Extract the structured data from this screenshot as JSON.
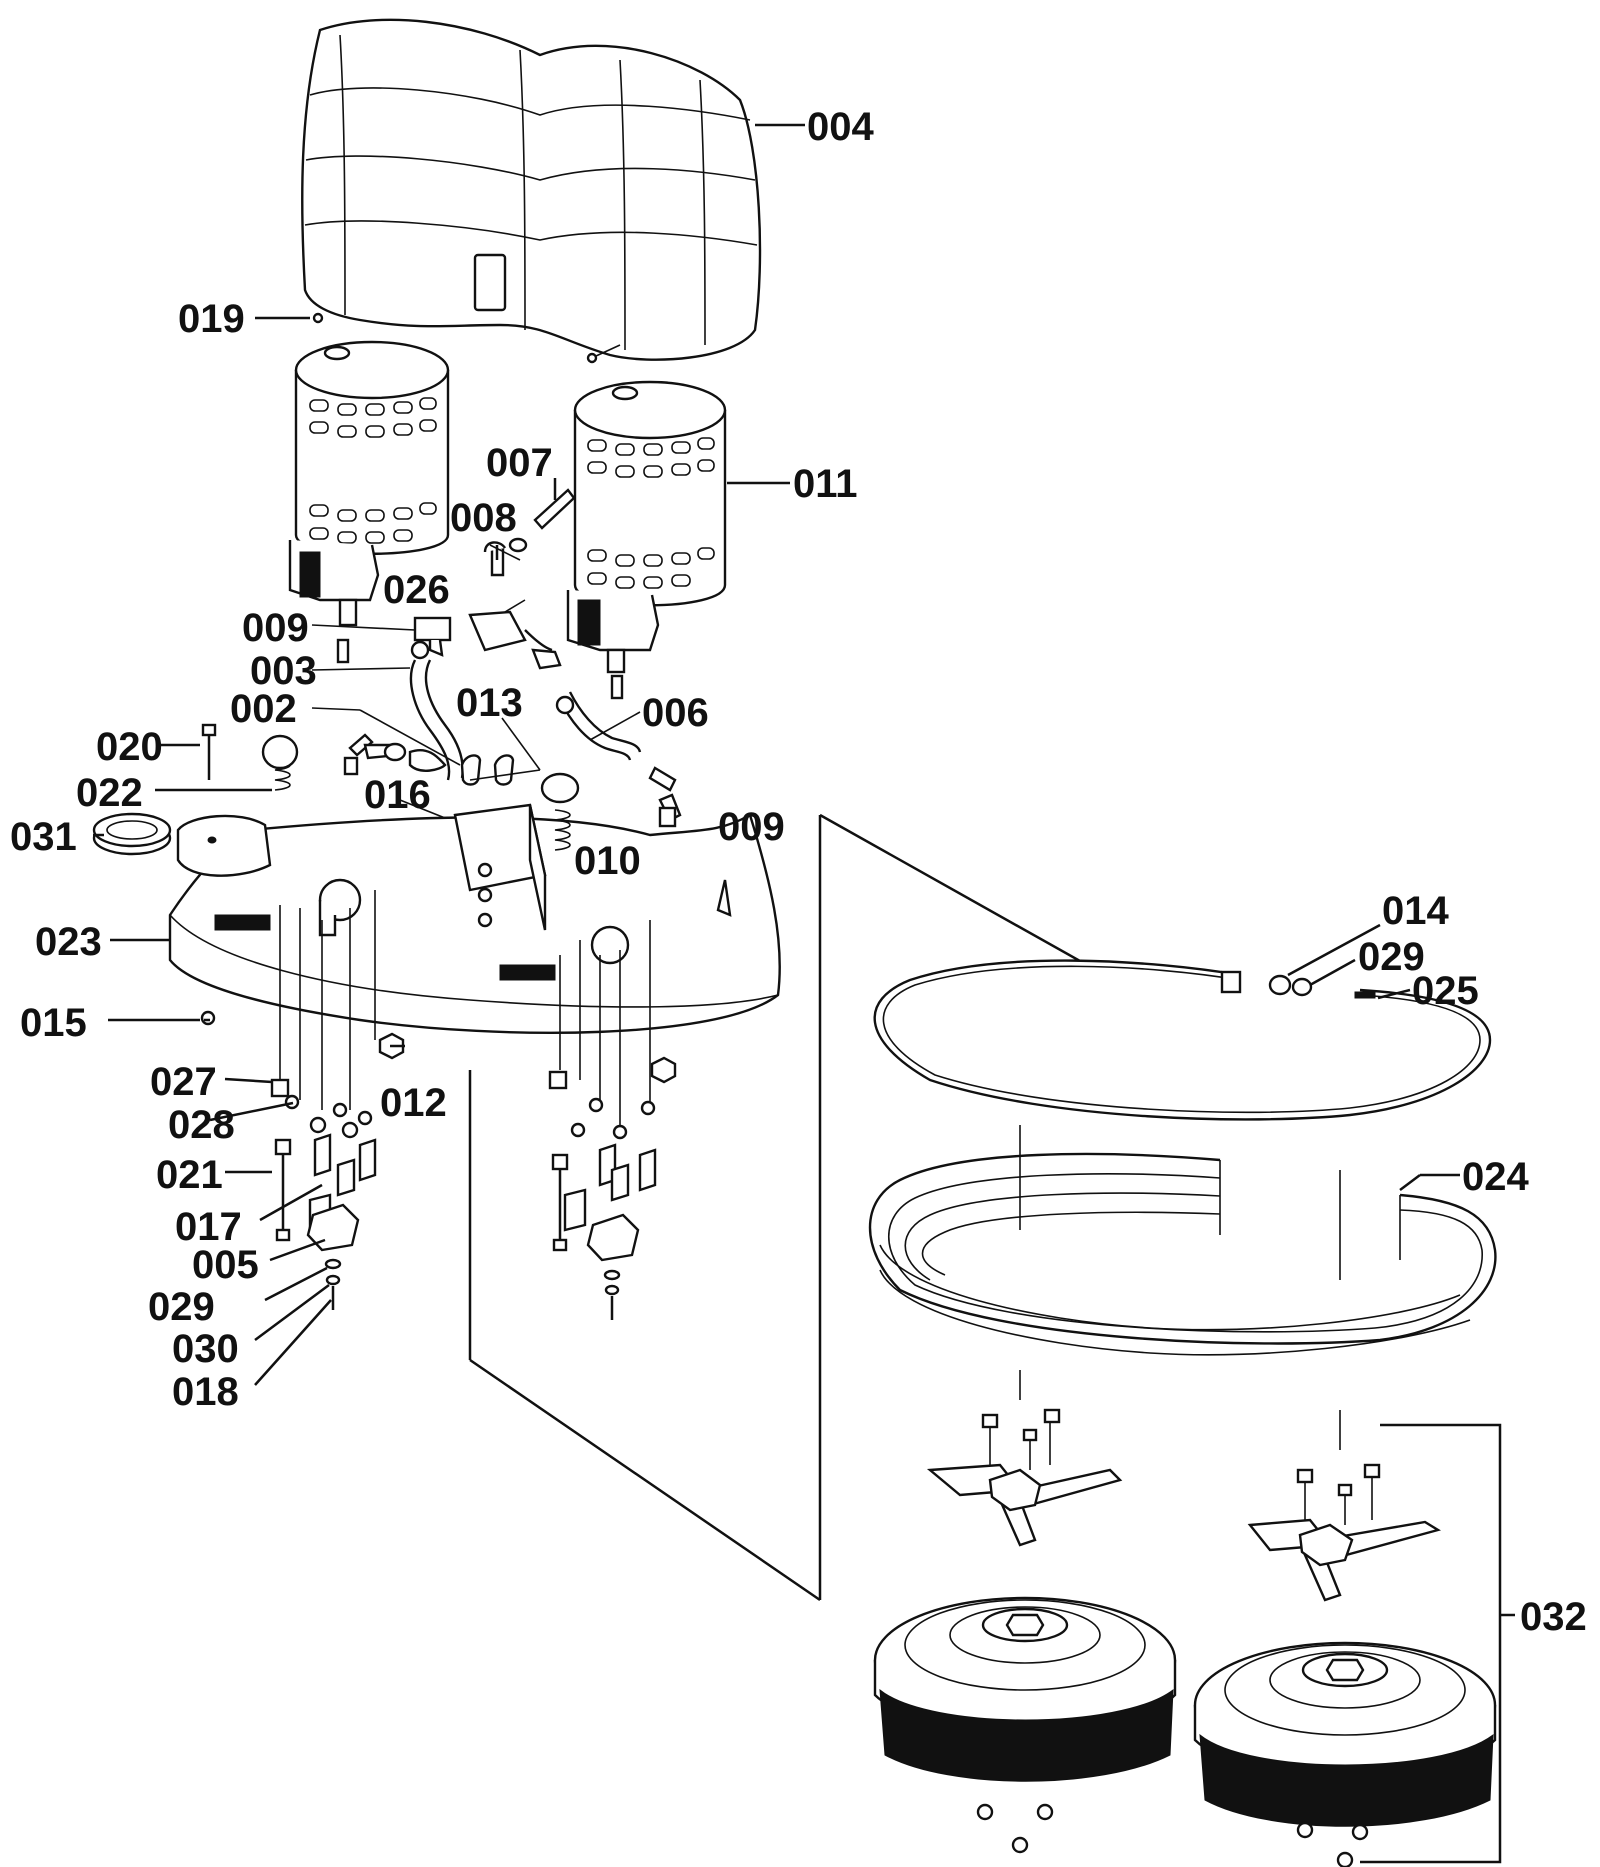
{
  "labels": {
    "p004": "004",
    "p019": "019",
    "p007": "007",
    "p011": "011",
    "p008": "008",
    "p026": "026",
    "p009a": "009",
    "p003": "003",
    "p002": "002",
    "p013": "013",
    "p006": "006",
    "p020": "020",
    "p022": "022",
    "p016": "016",
    "p031": "031",
    "p010": "010",
    "p009b": "009",
    "p023": "023",
    "p015": "015",
    "p027": "027",
    "p012": "012",
    "p028": "028",
    "p021": "021",
    "p017": "017",
    "p005": "005",
    "p029a": "029",
    "p030": "030",
    "p018": "018",
    "p014": "014",
    "p029b": "029",
    "p025": "025",
    "p024": "024",
    "p032": "032"
  }
}
